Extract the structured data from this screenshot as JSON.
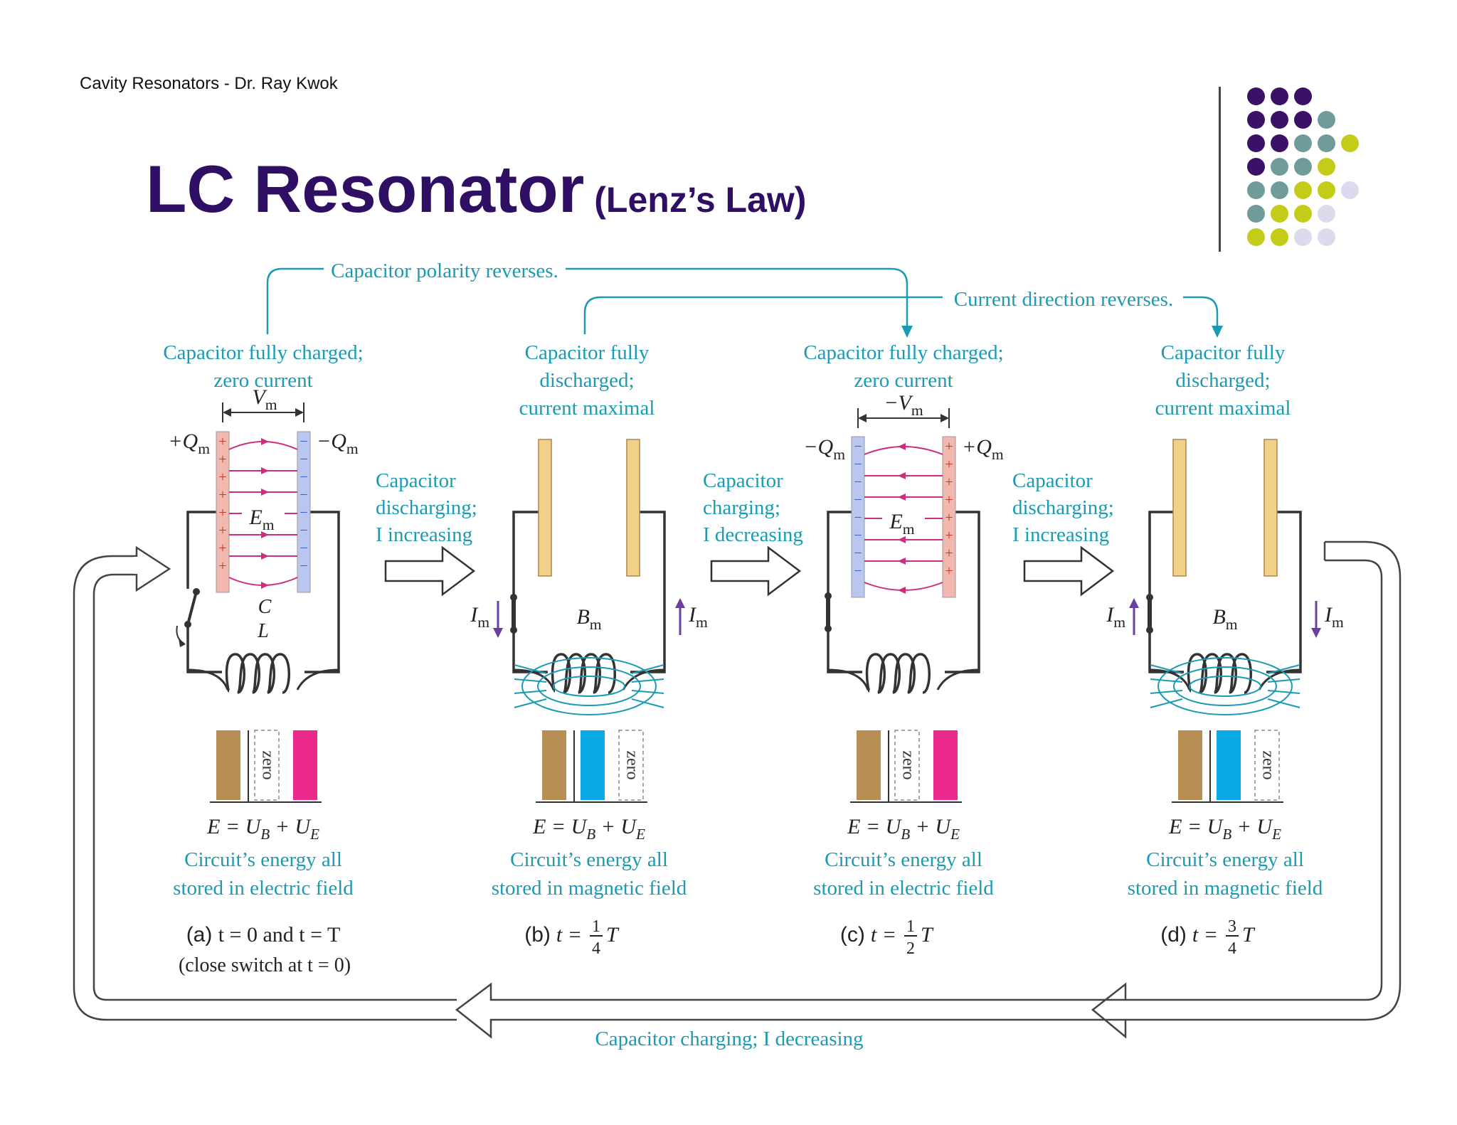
{
  "header": {
    "text": "Cavity Resonators - Dr. Ray Kwok"
  },
  "title": {
    "main": "LC Resonator",
    "sub": "(Lenz’s Law)"
  },
  "colors": {
    "title": "#2e0f63",
    "teal": "#1a9bb3",
    "cap_gold": "#f2d08a",
    "plate_pos": "#f2b8b0",
    "plate_neg": "#b9c7ee",
    "field_line": "#cc2e7e",
    "energy_brown": "#b78f55",
    "energy_blue": "#0aaae8",
    "energy_pink": "#ec2a8c",
    "current_arrow": "#6b3fa0"
  },
  "decor_dots": [
    [
      "#3b1066",
      "#3b1066",
      "#3b1066",
      "",
      ""
    ],
    [
      "#3b1066",
      "#3b1066",
      "#3b1066",
      "#6f9c9a",
      ""
    ],
    [
      "#3b1066",
      "#3b1066",
      "#6f9c9a",
      "#6f9c9a",
      "#c4cc1a"
    ],
    [
      "#3b1066",
      "#6f9c9a",
      "#6f9c9a",
      "#c4cc1a",
      ""
    ],
    [
      "#6f9c9a",
      "#6f9c9a",
      "#c4cc1a",
      "#c4cc1a",
      "#dcdaec"
    ],
    [
      "#6f9c9a",
      "#c4cc1a",
      "#c4cc1a",
      "#dcdaec",
      ""
    ],
    [
      "#c4cc1a",
      "#c4cc1a",
      "#dcdaec",
      "#dcdaec",
      ""
    ]
  ],
  "diagram": {
    "top_labels": {
      "polarity": "Capacitor polarity reverses.",
      "direction": "Current direction reverses."
    },
    "panels": [
      {
        "status": [
          "Capacitor fully charged;",
          "zero current"
        ],
        "energy_zero": "zero",
        "equation": [
          "E = U",
          "B",
          " + U",
          "E"
        ],
        "energy_desc": [
          "Circuit’s energy all",
          "stored in electric field"
        ],
        "caption_letter": "(a)",
        "caption": "t = 0 and t = T",
        "caption_extra": "(close switch at t = 0)"
      },
      {
        "status": [
          "Capacitor fully",
          "discharged;",
          "current maximal"
        ],
        "energy_zero": "zero",
        "equation": [
          "E = U",
          "B",
          " + U",
          "E"
        ],
        "energy_desc": [
          "Circuit’s energy all",
          "stored in magnetic field"
        ],
        "caption_letter": "(b)",
        "caption": "t =",
        "frac": [
          "1",
          "4"
        ],
        "frac_tail": "T"
      },
      {
        "status": [
          "Capacitor fully charged;",
          "zero current"
        ],
        "energy_zero": "zero",
        "equation": [
          "E = U",
          "B",
          " + U",
          "E"
        ],
        "energy_desc": [
          "Circuit’s energy all",
          "stored in electric field"
        ],
        "caption_letter": "(c)",
        "caption": "t =",
        "frac": [
          "1",
          "2"
        ],
        "frac_tail": "T"
      },
      {
        "status": [
          "Capacitor fully",
          "discharged;",
          "current maximal"
        ],
        "energy_zero": "zero",
        "equation": [
          "E = U",
          "B",
          " + U",
          "E"
        ],
        "energy_desc": [
          "Circuit’s energy all",
          "stored in magnetic field"
        ],
        "caption_letter": "(d)",
        "caption": "t =",
        "frac": [
          "3",
          "4"
        ],
        "frac_tail": "T"
      }
    ],
    "transitions": [
      [
        "Capacitor",
        "discharging;",
        "I increasing"
      ],
      [
        "Capacitor",
        "charging;",
        "I decreasing"
      ],
      [
        "Capacitor",
        "discharging;",
        "I increasing"
      ]
    ],
    "bottom_label": "Capacitor charging; I decreasing",
    "symbols": {
      "Vm": "V",
      "negVm": "−V",
      "sub_m": "m",
      "plusQ": "+Q",
      "minusQ": "−Q",
      "Em": "E",
      "Bm": "B",
      "Im": "I",
      "C": "C",
      "L": "L"
    }
  }
}
